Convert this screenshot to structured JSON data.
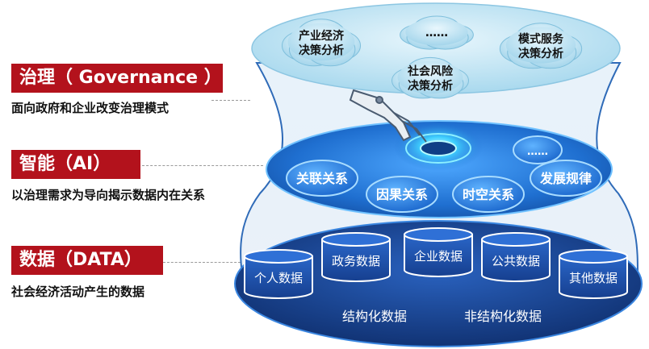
{
  "layers": {
    "governance": {
      "title": "治理（ Governance ）",
      "desc": "面向政府和企业改变治理模式",
      "clouds": [
        {
          "line1": "产业经济",
          "line2": "决策分析"
        },
        {
          "line1": "……",
          "line2": ""
        },
        {
          "line1": "模式服务",
          "line2": "决策分析"
        },
        {
          "line1": "社会风险",
          "line2": "决策分析"
        }
      ]
    },
    "ai": {
      "title": "智能（AI）",
      "desc": "以治理需求为导向揭示数据内在关系",
      "bubbles": [
        "关联关系",
        "因果关系",
        "时空关系",
        "发展规律",
        "……"
      ]
    },
    "data": {
      "title": "数据（DATA）",
      "desc": "社会经济活动产生的数据",
      "cylinders": [
        "个人数据",
        "政务数据",
        "企业数据",
        "公共数据",
        "其他数据"
      ],
      "captions": [
        "结构化数据",
        "非结构化数据"
      ]
    }
  },
  "colors": {
    "label_bg": "#b3121c",
    "cloud_layer": "#cbe9f6",
    "ai_layer": "#1f6fd0",
    "data_layer": "#123d8a",
    "cylinder": "#1a4fa8"
  }
}
